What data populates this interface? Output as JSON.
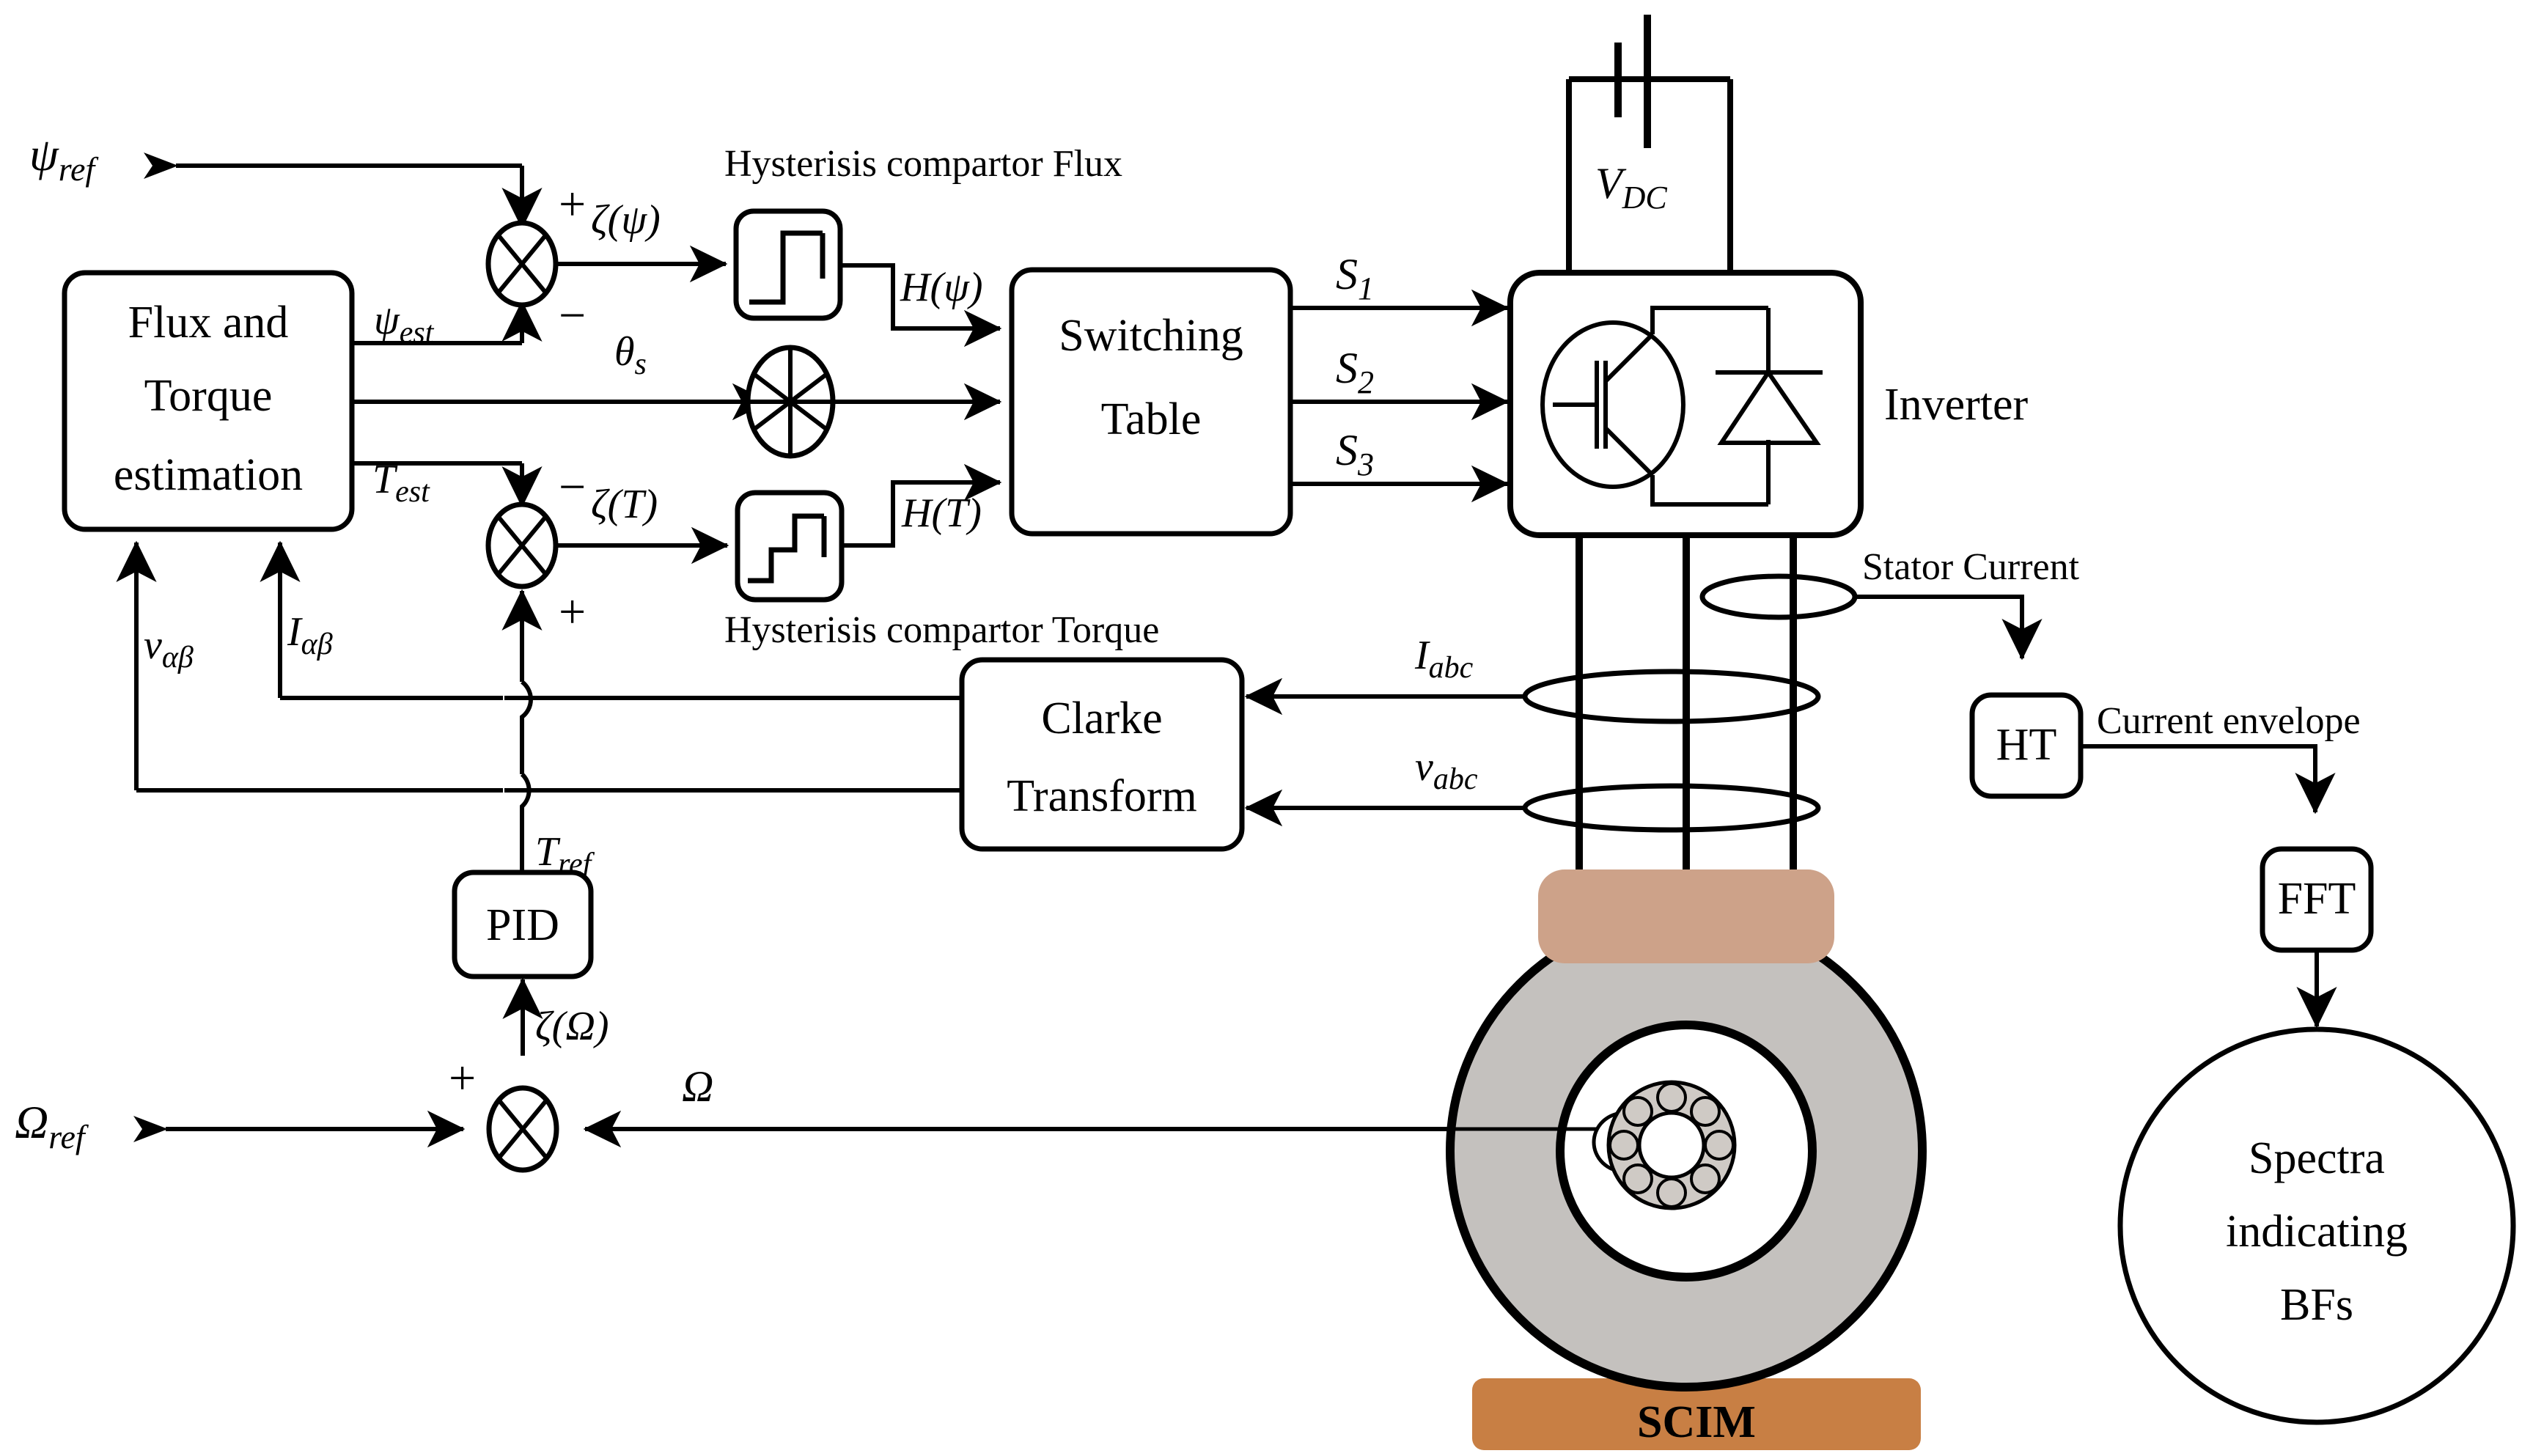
{
  "diagram": {
    "title": "DTC drive with bearing-fault detection block diagram",
    "colors": {
      "line": "#000000",
      "background": "#ffffff",
      "motor_body": "#c4c1be",
      "terminal_box": "#cda289",
      "base_plate": "#c87f44",
      "bearing_fill": "#cfcac5"
    }
  },
  "signals": {
    "flux_ref": "ψref",
    "flux_est": "ψest",
    "torque_est": "Test",
    "torque_ref": "Tref",
    "speed_ref": "Ωref",
    "speed": "Ω",
    "flux_error": "ζ(ψ)",
    "torque_error": "ζ(T)",
    "speed_error": "ζ(Ω)",
    "flux_hyst_out": "H(ψ)",
    "torque_hyst_out": "H(T)",
    "sector_angle": "θs",
    "switch_1": "S1",
    "switch_2": "S2",
    "switch_3": "S3",
    "dc_voltage": "VDC",
    "current_abc": "Iabc",
    "voltage_abc": "vabc",
    "voltage_alphabeta": "vαβ",
    "current_alphabeta": "Iαβ"
  },
  "signs": {
    "flux_sum_plus": "+",
    "flux_sum_minus": "−",
    "torque_sum_minus": "−",
    "torque_sum_plus": "+",
    "speed_sum_plus": "+"
  },
  "blocks": {
    "estimator": {
      "line1": "Flux and",
      "line2": "Torque",
      "line3": "estimation"
    },
    "switching_table": {
      "line1": "Switching",
      "line2": "Table"
    },
    "clarke": {
      "line1": "Clarke",
      "line2": "Transform"
    },
    "pid": {
      "label": "PID"
    },
    "hilbert": {
      "label": "HT"
    },
    "fft": {
      "label": "FFT"
    },
    "spectra": {
      "line1": "Spectra",
      "line2": "indicating",
      "line3": "BFs"
    }
  },
  "annotations": {
    "hysteresis_flux": "Hysterisis compartor Flux",
    "hysteresis_torque": "Hysterisis compartor Torque",
    "inverter": "Inverter",
    "stator_current": "Stator Current",
    "current_envelope": "Current envelope",
    "motor": "SCIM"
  }
}
